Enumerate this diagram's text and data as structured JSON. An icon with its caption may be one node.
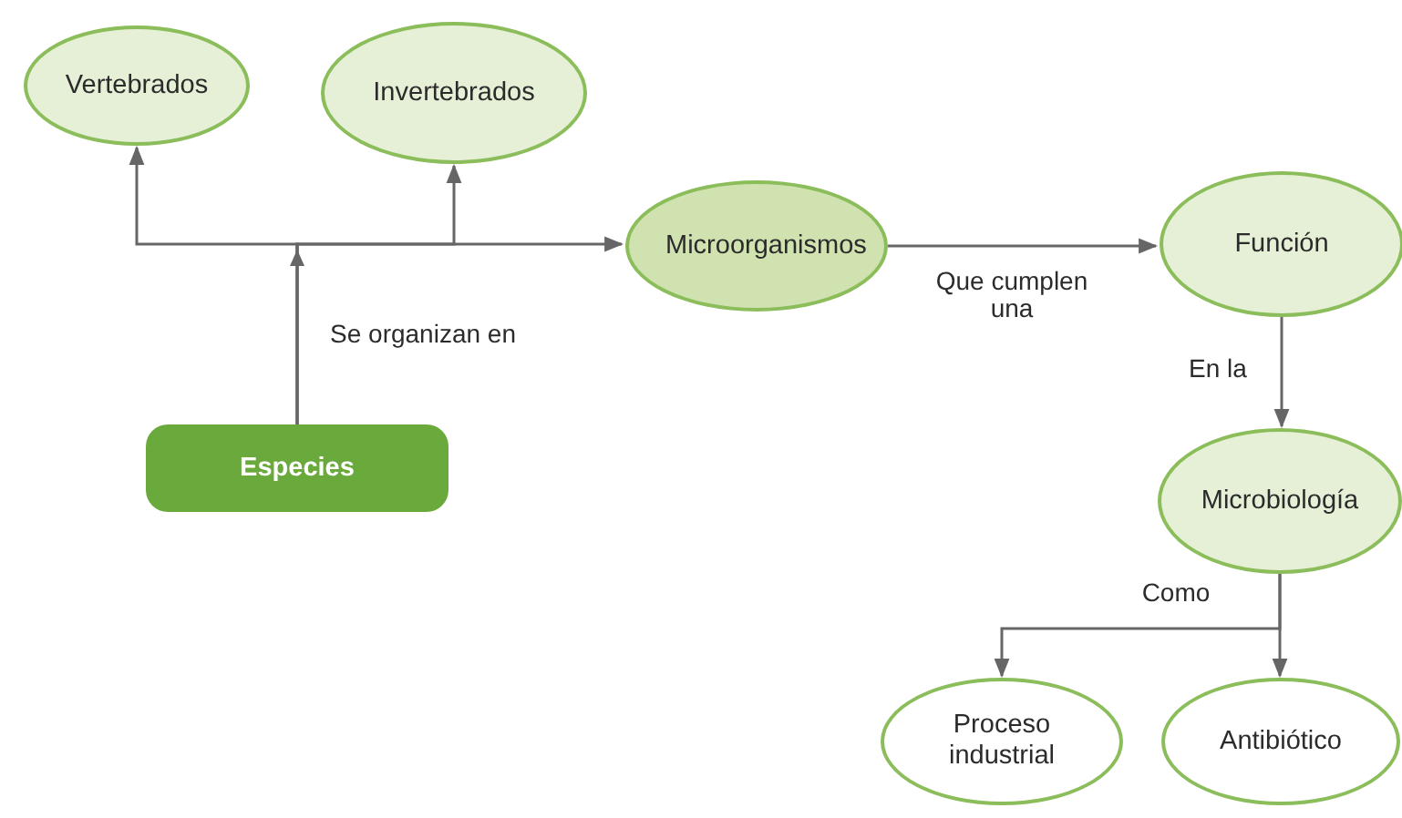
{
  "diagram": {
    "nodes": [
      {
        "text": [
          "Vertebrados"
        ]
      },
      {
        "text": [
          "Invertebrados"
        ]
      },
      {
        "text": [
          "Microorganismos"
        ]
      },
      {
        "text": [
          "Función"
        ]
      },
      {
        "text": [
          "Especies"
        ]
      },
      {
        "text": [
          "Microbiología"
        ]
      },
      {
        "text": [
          "Proceso industrial"
        ]
      },
      {
        "text": [
          "Antibiótico"
        ]
      }
    ],
    "edges": [
      {
        "from": 4,
        "to": 0,
        "arrow": "to",
        "label": "Se organizan en"
      },
      {
        "from": 4,
        "to": 1,
        "arrow": "to"
      },
      {
        "from": 4,
        "to": 2,
        "arrow": "to"
      },
      {
        "from": 2,
        "to": 3,
        "arrow": "to",
        "label": "Que cumplen una"
      },
      {
        "from": 3,
        "to": 5,
        "arrow": "to",
        "label": "En la"
      },
      {
        "from": 5,
        "to": 6,
        "arrow": "to",
        "label": "Como"
      },
      {
        "from": 5,
        "to": 7,
        "arrow": "to"
      }
    ]
  }
}
